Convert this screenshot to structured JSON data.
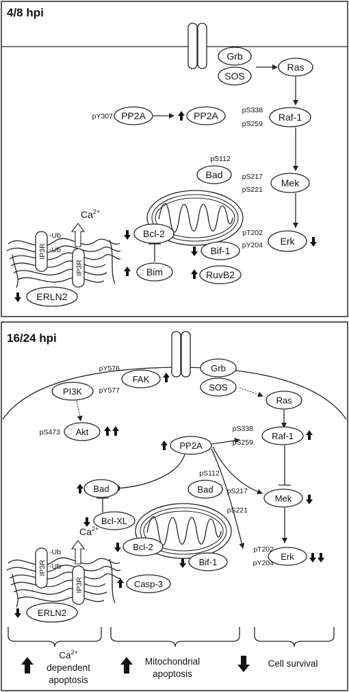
{
  "panels": [
    {
      "title": "4/8 hpi",
      "nodes": {
        "grb": "Grb",
        "sos": "SOS",
        "ras": "Ras",
        "raf1": "Raf-1",
        "mek": "Mek",
        "erk": "Erk",
        "pp2a_left": "PP2A",
        "pp2a_right": "PP2A",
        "bad": "Bad",
        "bcl2": "Bcl-2",
        "bim": "Bim",
        "bif1": "Bif-1",
        "ruvb2": "RuvB2",
        "erln2": "ERLN2",
        "ip3r": "IP3R",
        "ip3r2": "IP3R"
      },
      "sites": {
        "pp2a": "pY307",
        "raf_a": "pS338",
        "raf_b": "pS259",
        "mek_a": "pS217",
        "mek_b": "pS221",
        "erk_a": "pT202",
        "erk_b": "pY204",
        "bad": "pS112",
        "ub1": "-Ub",
        "ub2": "-Ub",
        "ca": "Ca2+"
      }
    },
    {
      "title": "16/24 hpi",
      "nodes": {
        "grb": "Grb",
        "sos": "SOS",
        "ras": "Ras",
        "raf1": "Raf-1",
        "mek": "Mek",
        "erk": "Erk",
        "fak": "FAK",
        "pi3k": "PI3K",
        "akt": "Akt",
        "pp2a": "PP2A",
        "bad_left": "Bad",
        "bad_right": "Bad",
        "bclxl": "Bcl-XL",
        "bcl2": "Bcl-2",
        "bif1": "Bif-1",
        "casp3": "Casp-3",
        "erln2": "ERLN2",
        "ip3r": "IP3R",
        "ip3r2": "IP3R"
      },
      "sites": {
        "fak_a": "pY576",
        "fak_b": "pY577",
        "akt": "pS473",
        "raf_a": "pS338",
        "raf_b": "pS259",
        "mek_a": "pS217",
        "mek_b": "pS221",
        "erk_a": "pT202",
        "erk_b": "pY204",
        "bad": "pS112",
        "ub1": "-Ub",
        "ub2": "-Ub",
        "ca": "Ca2+"
      }
    }
  ],
  "legend": {
    "ca_dep": "Ca2+ dependent apoptosis",
    "ca_line1": "Ca",
    "ca_sup": "2+",
    "ca_line2": "dependent",
    "ca_line3": "apoptosis",
    "mito_line1": "Mitochondrial",
    "mito_line2": "apoptosis",
    "survival": "Cell survival"
  }
}
